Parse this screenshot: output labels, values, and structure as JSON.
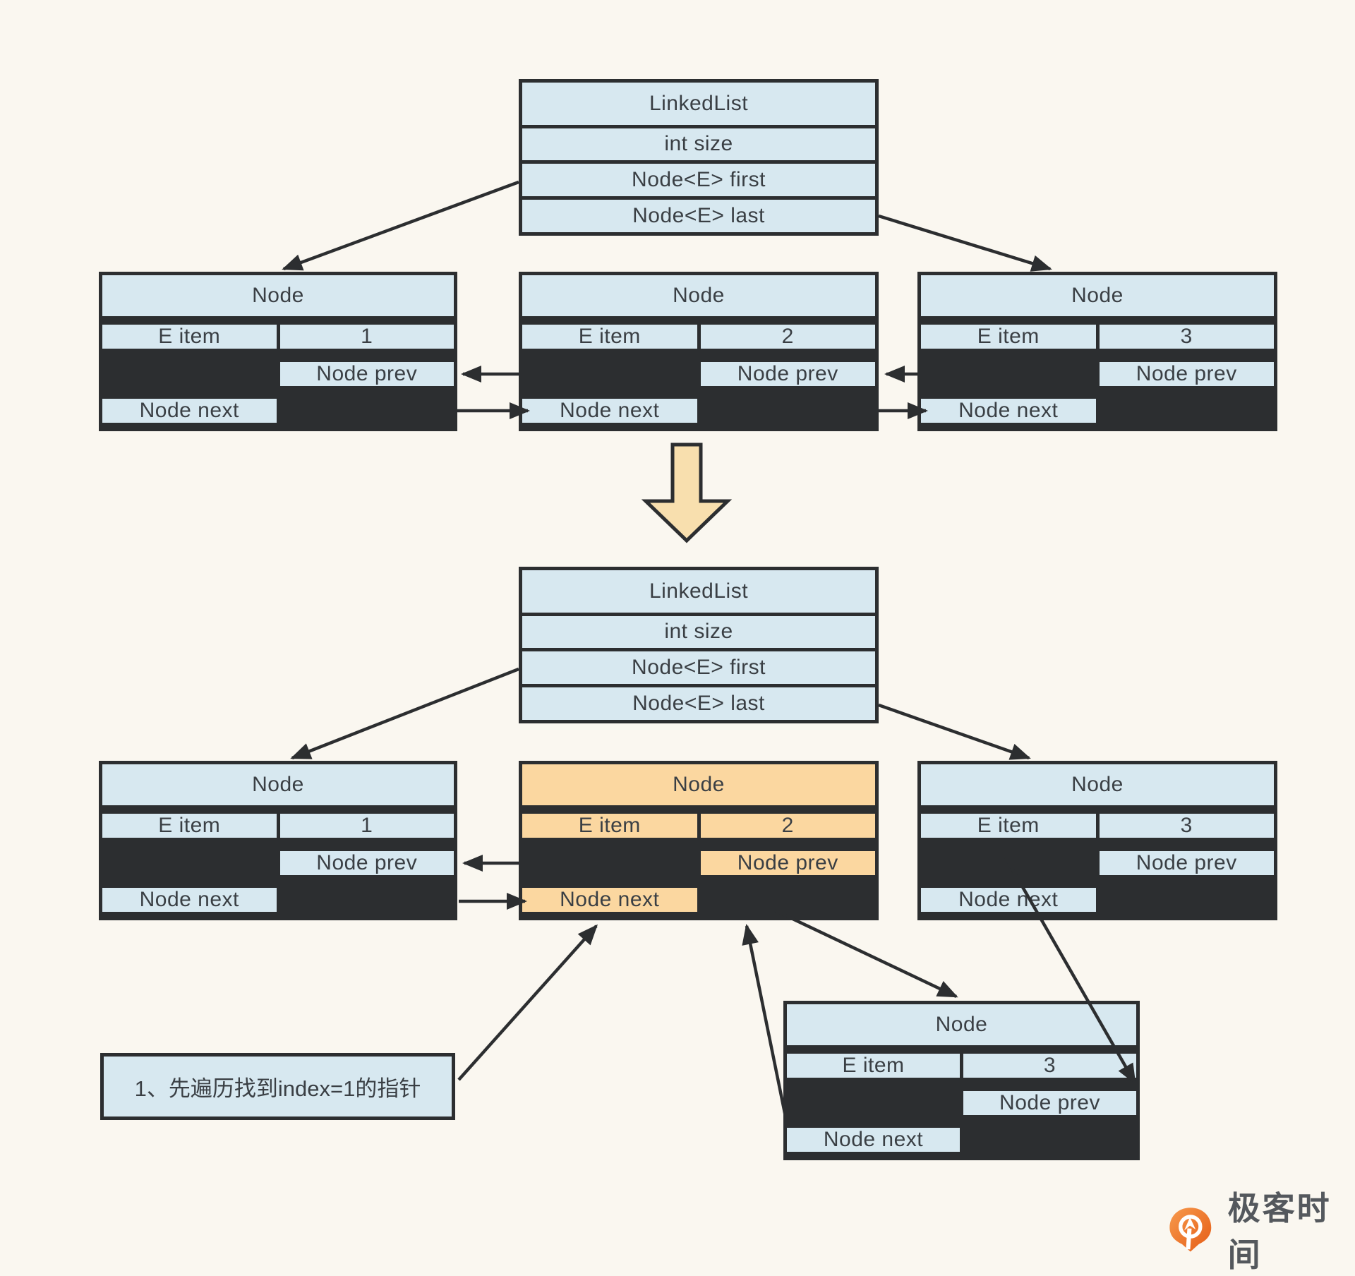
{
  "palette": {
    "background": "#faf7f0",
    "box_blue": "#d7e8f0",
    "box_orange": "#fbd7a0",
    "border_dark": "#2c2e30",
    "arrow_line": "#2c2e30",
    "big_arrow_fill": "#f8dfae",
    "text": "#3a3f44",
    "logo_orange_light": "#f79a4d",
    "logo_orange_dark": "#e55c15",
    "logo_text_color": "#54585d"
  },
  "icons": {
    "down_arrow": "big-down-arrow-icon",
    "logo": "geektime-pin-icon"
  },
  "top_section": {
    "linkedlist": {
      "title": "LinkedList",
      "fields": [
        "int size",
        "Node<E> first",
        "Node<E> last"
      ]
    },
    "node1": {
      "title": "Node",
      "item_label": "E item",
      "item_value": "1",
      "prev_label": "Node prev",
      "next_label": "Node next"
    },
    "node2": {
      "title": "Node",
      "item_label": "E item",
      "item_value": "2",
      "prev_label": "Node prev",
      "next_label": "Node next"
    },
    "node3": {
      "title": "Node",
      "item_label": "E item",
      "item_value": "3",
      "prev_label": "Node prev",
      "next_label": "Node next"
    }
  },
  "bottom_section": {
    "linkedlist": {
      "title": "LinkedList",
      "fields": [
        "int size",
        "Node<E> first",
        "Node<E> last"
      ]
    },
    "node1": {
      "title": "Node",
      "item_label": "E item",
      "item_value": "1",
      "prev_label": "Node prev",
      "next_label": "Node next"
    },
    "node2": {
      "title": "Node",
      "item_label": "E item",
      "item_value": "2",
      "prev_label": "Node prev",
      "next_label": "Node next"
    },
    "node3": {
      "title": "Node",
      "item_label": "E item",
      "item_value": "3",
      "prev_label": "Node prev",
      "next_label": "Node next"
    },
    "new_node": {
      "title": "Node",
      "item_label": "E item",
      "item_value": "3",
      "prev_label": "Node prev",
      "next_label": "Node next"
    },
    "annotation": {
      "text": "1、先遍历找到index=1的指针"
    }
  },
  "footer": {
    "brand": "极客时间"
  }
}
